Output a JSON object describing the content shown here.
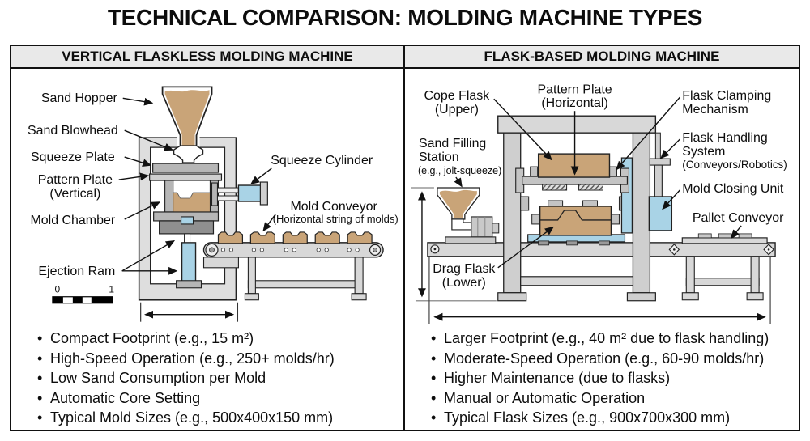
{
  "title": "TECHNICAL COMPARISON: MOLDING MACHINE TYPES",
  "colors": {
    "sand_tan": "#C9A478",
    "hydraulic_blue": "#A9D3E6",
    "machine_steel": "#D8D8D8",
    "header_bg": "#E9E9E9",
    "line": "#111111"
  },
  "left_panel": {
    "header": "VERTICAL FLASKLESS MOLDING MACHINE",
    "labels": {
      "sand_hopper": "Sand Hopper",
      "sand_blowhead": "Sand Blowhead",
      "squeeze_plate": "Squeeze Plate",
      "pattern_plate_1": "Pattern Plate",
      "pattern_plate_2": "(Vertical)",
      "mold_chamber": "Mold Chamber",
      "ejection_ram": "Ejection Ram",
      "squeeze_cylinder": "Squeeze Cylinder",
      "mold_conveyor_1": "Mold Conveyor",
      "mold_conveyor_2": "(Horizontal string of molds)",
      "scale_0": "0",
      "scale_1": "1"
    },
    "bullets": [
      "Compact Footprint (e.g., 15 m²)",
      "High-Speed Operation (e.g., 250+ molds/hr)",
      "Low Sand Consumption per Mold",
      "Automatic Core Setting",
      "Typical Mold Sizes (e.g., 500x400x150 mm)"
    ]
  },
  "right_panel": {
    "header": "FLASK-BASED MOLDING MACHINE",
    "labels": {
      "cope_flask_1": "Cope Flask",
      "cope_flask_2": "(Upper)",
      "pattern_plate_1": "Pattern Plate",
      "pattern_plate_2": "(Horizontal)",
      "flask_clamping_1": "Flask Clamping",
      "flask_clamping_2": "Mechanism",
      "flask_handling_1": "Flask Handling",
      "flask_handling_2": "System",
      "flask_handling_3": "(Conveyors/Robotics)",
      "mold_closing": "Mold Closing Unit",
      "pallet_conveyor": "Pallet Conveyor",
      "sand_filling_1": "Sand Filling",
      "sand_filling_2": "Station",
      "sand_filling_3": "(e.g., jolt-squeeze)",
      "drag_flask_1": "Drag Flask",
      "drag_flask_2": "(Lower)"
    },
    "bullets": [
      "Larger Footprint (e.g., 40 m² due to flask handling)",
      "Moderate-Speed Operation (e.g., 60-90 molds/hr)",
      "Higher Maintenance (due to flasks)",
      "Manual or Automatic Operation",
      "Typical Flask Sizes (e.g., 900x700x300 mm)"
    ]
  }
}
